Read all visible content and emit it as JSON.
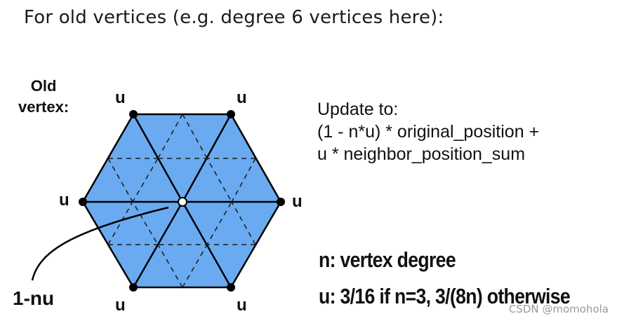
{
  "heading": "For old vertices (e.g. degree 6 vertices here):",
  "diagram": {
    "old_vertex_label_line1": "Old",
    "old_vertex_label_line2": "vertex:",
    "neighbor_weight_label": "u",
    "center_weight_label": "1-nu",
    "colors": {
      "fill": "#6aaaf0",
      "edge": "#000000",
      "dashed": "#1a1a1a",
      "center_fill": "#ffffff"
    }
  },
  "update_rule": {
    "line1": "Update to:",
    "line2": "(1 - n*u) * original_position +",
    "line3": "u * neighbor_position_sum"
  },
  "definitions": {
    "n_def": "n: vertex degree",
    "u_def": "u: 3/16 if n=3, 3/(8n) otherwise"
  },
  "watermark": "CSDN @momohola"
}
